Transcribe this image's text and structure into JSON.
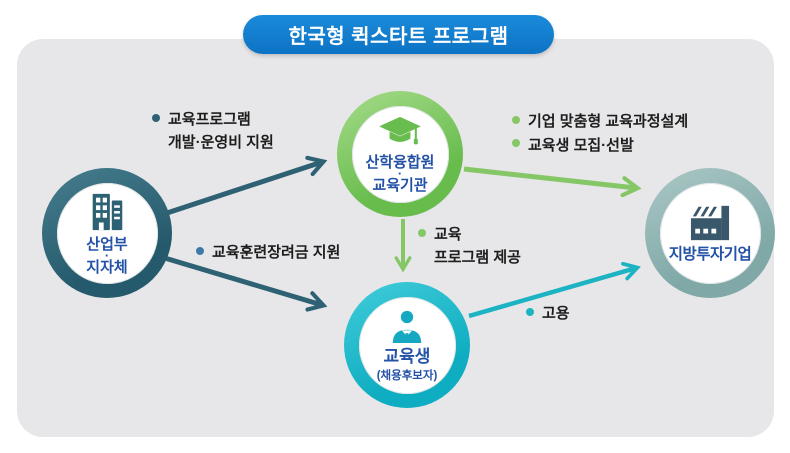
{
  "title": "한국형 퀵스타트 프로그램",
  "nodes": {
    "ministry": {
      "icon": "building-icon",
      "lines": [
        "산업부",
        "·",
        "지자체"
      ]
    },
    "institute": {
      "icon": "graduation-cap-icon",
      "lines": [
        "산학융합원",
        "·",
        "교육기관"
      ]
    },
    "trainee": {
      "icon": "person-icon",
      "name": "교육생",
      "sub": "(채용후보자)"
    },
    "company": {
      "icon": "factory-icon",
      "name": "지방투자기업"
    }
  },
  "edges": {
    "dev_support": {
      "from": "ministry",
      "to": "institute",
      "lines": [
        "교육프로그램",
        "개발·운영비 지원"
      ]
    },
    "incentive": {
      "from": "ministry",
      "to": "trainee",
      "label": "교육훈련장려금 지원"
    },
    "curriculum": {
      "from": "institute",
      "to": "company",
      "items": [
        "기업 맞춤형 교육과정설계",
        "교육생 모집·선발"
      ]
    },
    "program": {
      "from": "institute",
      "to": "trainee",
      "lines": [
        "교육",
        "프로그램 제공"
      ]
    },
    "employment": {
      "from": "trainee",
      "to": "company",
      "label": "고용"
    }
  },
  "colors": {
    "title_bg": "#0f7ecf",
    "panel_bg": "#e7e7e9",
    "ministry_ring": "#2c6274",
    "institute_ring": "#79c55e",
    "trainee_ring": "#14b5c8",
    "company_ring": "#8fb3b2",
    "node_text": "#2452a7",
    "label_text": "#1d1d1d",
    "arrow_dark": "#2e6173",
    "arrow_green": "#85c766",
    "arrow_cyan": "#1cb3c3"
  }
}
